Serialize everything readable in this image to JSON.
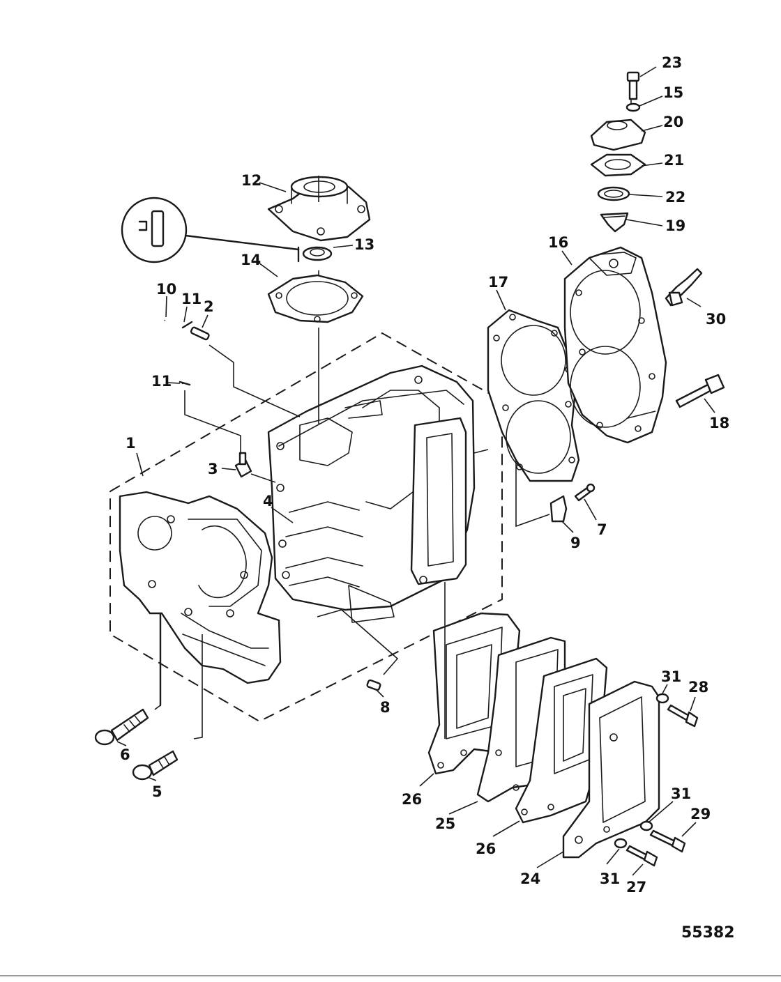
{
  "figure_number": "55382",
  "callouts": [
    {
      "id": "1",
      "label": "1"
    },
    {
      "id": "2",
      "label": "2"
    },
    {
      "id": "3",
      "label": "3"
    },
    {
      "id": "4",
      "label": "4"
    },
    {
      "id": "5",
      "label": "5"
    },
    {
      "id": "6",
      "label": "6"
    },
    {
      "id": "7",
      "label": "7"
    },
    {
      "id": "8",
      "label": "8"
    },
    {
      "id": "9",
      "label": "9"
    },
    {
      "id": "10",
      "label": "10"
    },
    {
      "id": "11a",
      "label": "11"
    },
    {
      "id": "11b",
      "label": "11"
    },
    {
      "id": "12",
      "label": "12"
    },
    {
      "id": "13",
      "label": "13"
    },
    {
      "id": "14",
      "label": "14"
    },
    {
      "id": "15",
      "label": "15"
    },
    {
      "id": "16",
      "label": "16"
    },
    {
      "id": "17",
      "label": "17"
    },
    {
      "id": "18",
      "label": "18"
    },
    {
      "id": "19",
      "label": "19"
    },
    {
      "id": "20",
      "label": "20"
    },
    {
      "id": "21",
      "label": "21"
    },
    {
      "id": "22",
      "label": "22"
    },
    {
      "id": "23",
      "label": "23"
    },
    {
      "id": "24",
      "label": "24"
    },
    {
      "id": "25",
      "label": "25"
    },
    {
      "id": "26a",
      "label": "26"
    },
    {
      "id": "26b",
      "label": "26"
    },
    {
      "id": "27",
      "label": "27"
    },
    {
      "id": "28",
      "label": "28"
    },
    {
      "id": "29",
      "label": "29"
    },
    {
      "id": "30",
      "label": "30"
    },
    {
      "id": "31a",
      "label": "31"
    },
    {
      "id": "31b",
      "label": "31"
    },
    {
      "id": "31c",
      "label": "31"
    }
  ]
}
